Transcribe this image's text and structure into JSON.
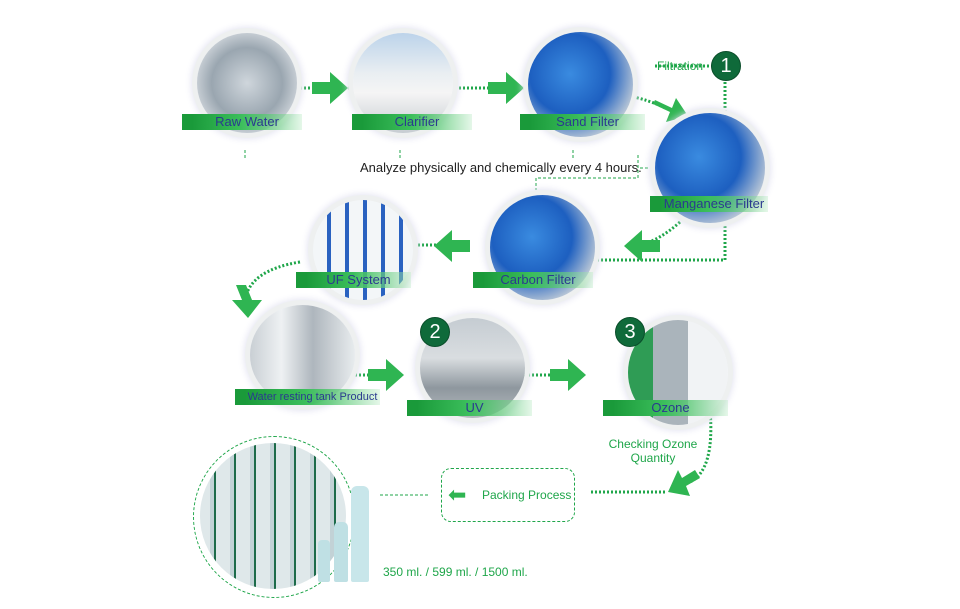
{
  "steps": {
    "raw_water": "Raw Water",
    "clarifier": "Clarifier",
    "sand_filter": "Sand Filter",
    "manganese_filter": "Manganese Filter",
    "carbon_filter": "Carbon Filter",
    "uf_system": "UF System",
    "water_resting_tank": "Water resting tank Product",
    "uv": "UV",
    "ozone": "Ozone"
  },
  "annotations": {
    "filtration": "Filtration",
    "analyze": "Analyze physically and chemically every 4 hours.",
    "checking_ozone": "Checking Ozone Quantity",
    "packing_process": "Packing Process",
    "sizes": "350 ml. / 599 ml. / 1500 ml."
  },
  "badges": [
    "1",
    "2",
    "3"
  ],
  "colors": {
    "green": "#1fa64a",
    "dark_green": "#0f6a3a",
    "label_blue": "#2b3a8f"
  }
}
